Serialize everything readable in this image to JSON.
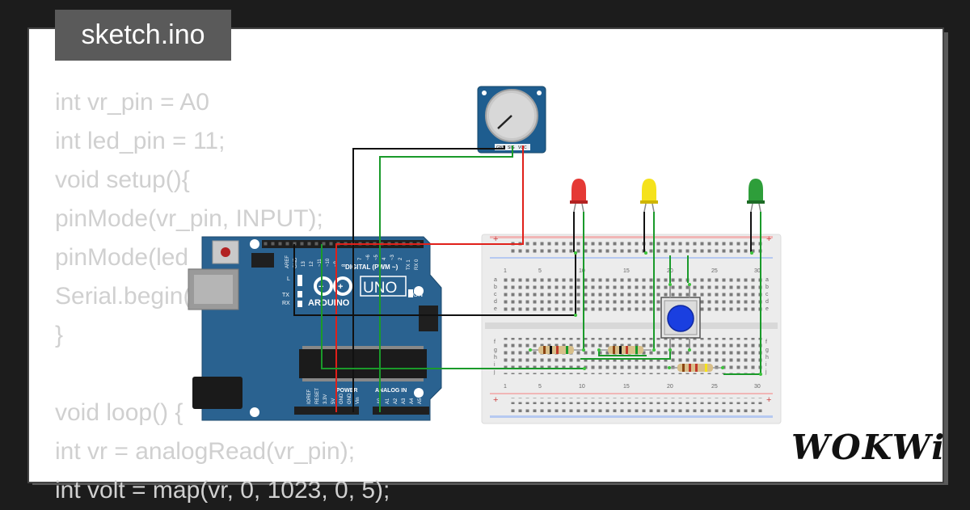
{
  "title": "sketch.ino",
  "code_lines": [
    "int vr_pin = A0",
    "int led_pin = 11;",
    "void setup(){",
    "pinMode(vr_pin, INPUT);",
    "pinMode(led_pin, OUTPUT);",
    "Serial.begin(9600);",
    "}",
    "",
    "void loop() {",
    "int vr = analogRead(vr_pin);",
    "int volt = map(vr, 0, 1023, 0, 5);"
  ],
  "arduino": {
    "brand": "ARDUINO",
    "model": "UNO",
    "on_label": "ON",
    "digital_label": "DIGITAL (PWM ~)",
    "power_label": "POWER",
    "analog_label": "ANALOG IN",
    "tx_label": "TX",
    "rx_label": "RX",
    "l_label": "L",
    "aref_label": "AREF",
    "gnd_label": "GND",
    "pin_labels_top": [
      "13",
      "12",
      "~11",
      "~10",
      "~9",
      "8",
      "7",
      "~6",
      "~5",
      "4",
      "~3",
      "2",
      "TX 1",
      "RX 0"
    ],
    "pin_labels_bottom": [
      "IOREF",
      "RESET",
      "3.3V",
      "5V",
      "GND",
      "GND",
      "Vin",
      "A0",
      "A1",
      "A2",
      "A3",
      "A4",
      "A5"
    ]
  },
  "potentiometer": {
    "pin_labels": [
      "GND",
      "SIG",
      "VCC"
    ]
  },
  "breadboard": {
    "column_numbers": [
      "1",
      "5",
      "10",
      "15",
      "20",
      "25",
      "30"
    ],
    "row_letters_top": [
      "a",
      "b",
      "c",
      "d",
      "e"
    ],
    "row_letters_bottom": [
      "f",
      "g",
      "h",
      "i",
      "j"
    ]
  },
  "leds": [
    {
      "color": "red",
      "hex": "#e53935"
    },
    {
      "color": "yellow",
      "hex": "#f5e21b"
    },
    {
      "color": "green",
      "hex": "#2e9e3a"
    }
  ],
  "colors": {
    "wire_black": "#111111",
    "wire_red": "#e0201a",
    "wire_green": "#1a9a2a",
    "board_blue": "#2a6290",
    "code_text": "#d0d0d0",
    "button_blue": "#1a3fe0"
  },
  "logo_text": "WOKWi"
}
